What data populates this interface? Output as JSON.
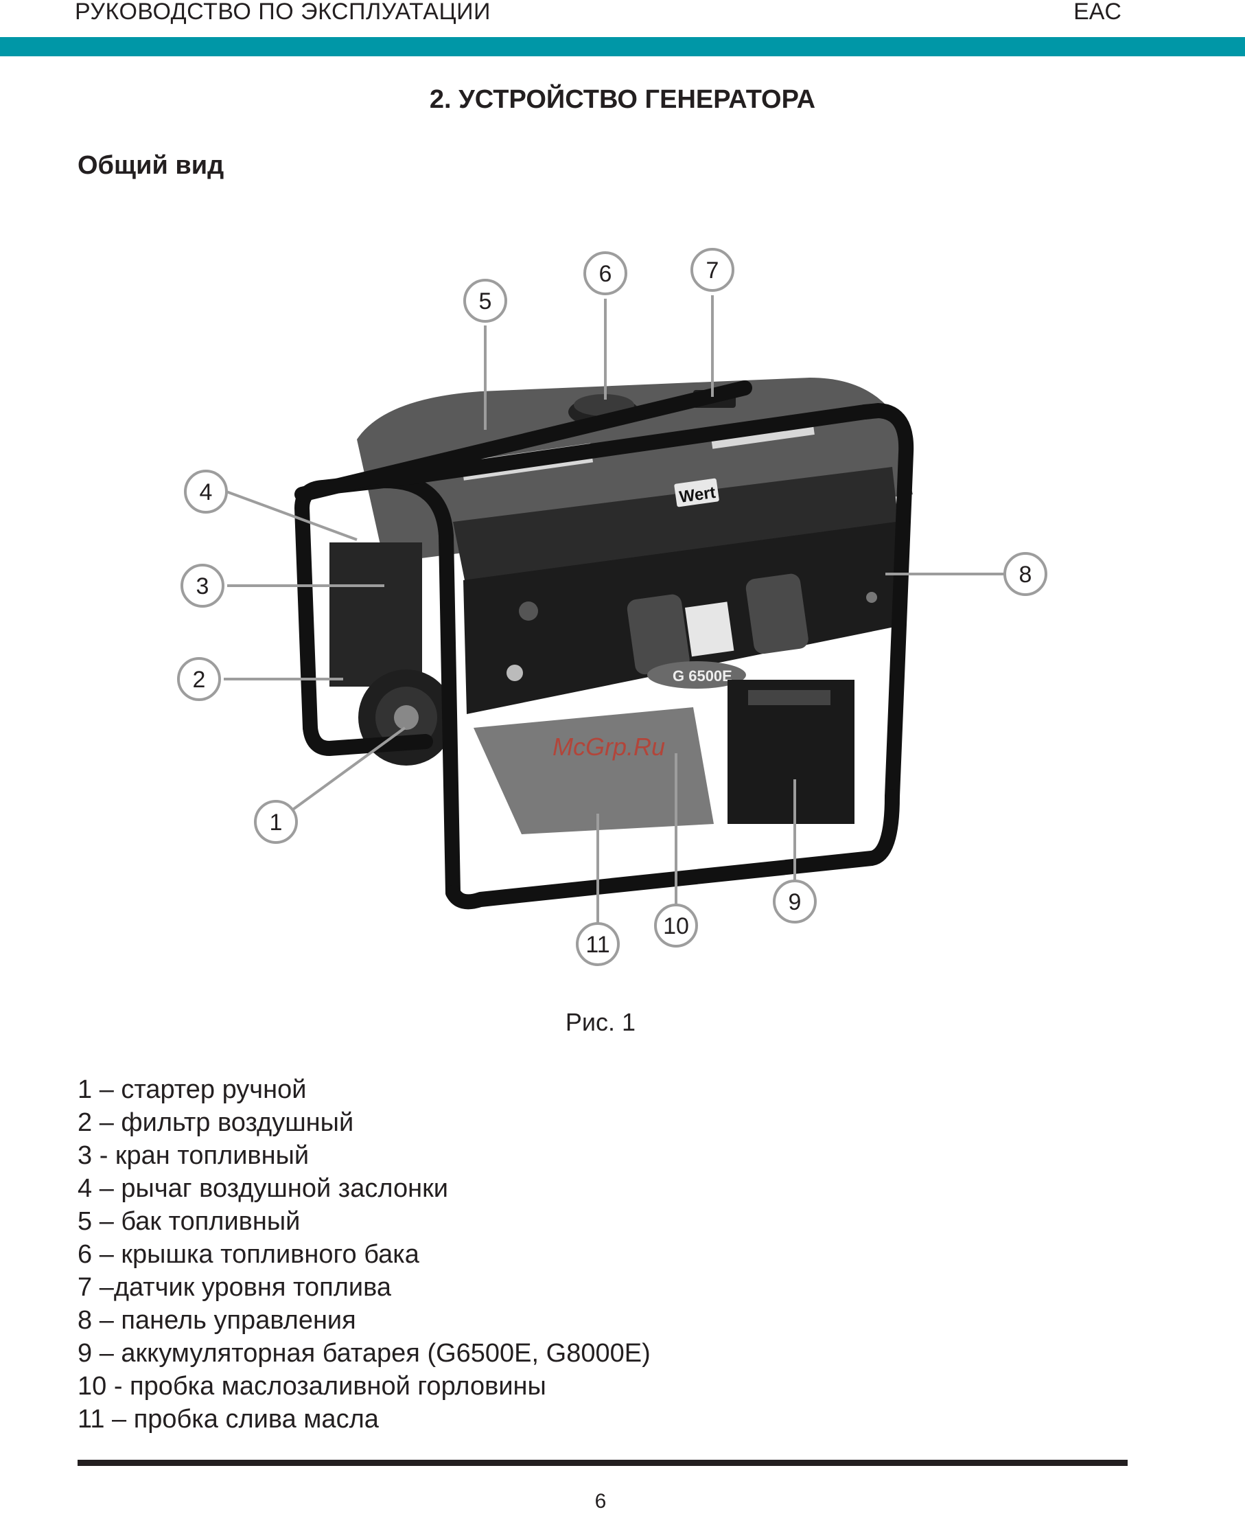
{
  "header": {
    "left_text": "РУКОВОДСТВО ПО ЭКСПЛУАТАЦИИ",
    "right_text": "EAC",
    "bar_color": "#0097a7"
  },
  "section_title": "2. УСТРОЙСТВО ГЕНЕРАТОРА",
  "subheading": "Общий вид",
  "figure": {
    "brand_label": "Wert",
    "model_label": "G 6500E",
    "watermark": "McGrp.Ru",
    "callouts": [
      "1",
      "2",
      "3",
      "4",
      "5",
      "6",
      "7",
      "8",
      "9",
      "10",
      "11"
    ],
    "caption": "Рис. 1"
  },
  "legend": [
    "1 – стартер ручной",
    "2 – фильтр воздушный",
    "3 - кран топливный",
    "4 – рычаг воздушной заслонки",
    "5 – бак топливный",
    "6 – крышка топливного бака",
    "7 –датчик уровня топлива",
    "8 – панель управления",
    "9 – аккумуляторная батарея (G6500E, G8000E)",
    "10 - пробка маслозаливной горловины",
    "11 – пробка слива масла"
  ],
  "page_number": "6"
}
